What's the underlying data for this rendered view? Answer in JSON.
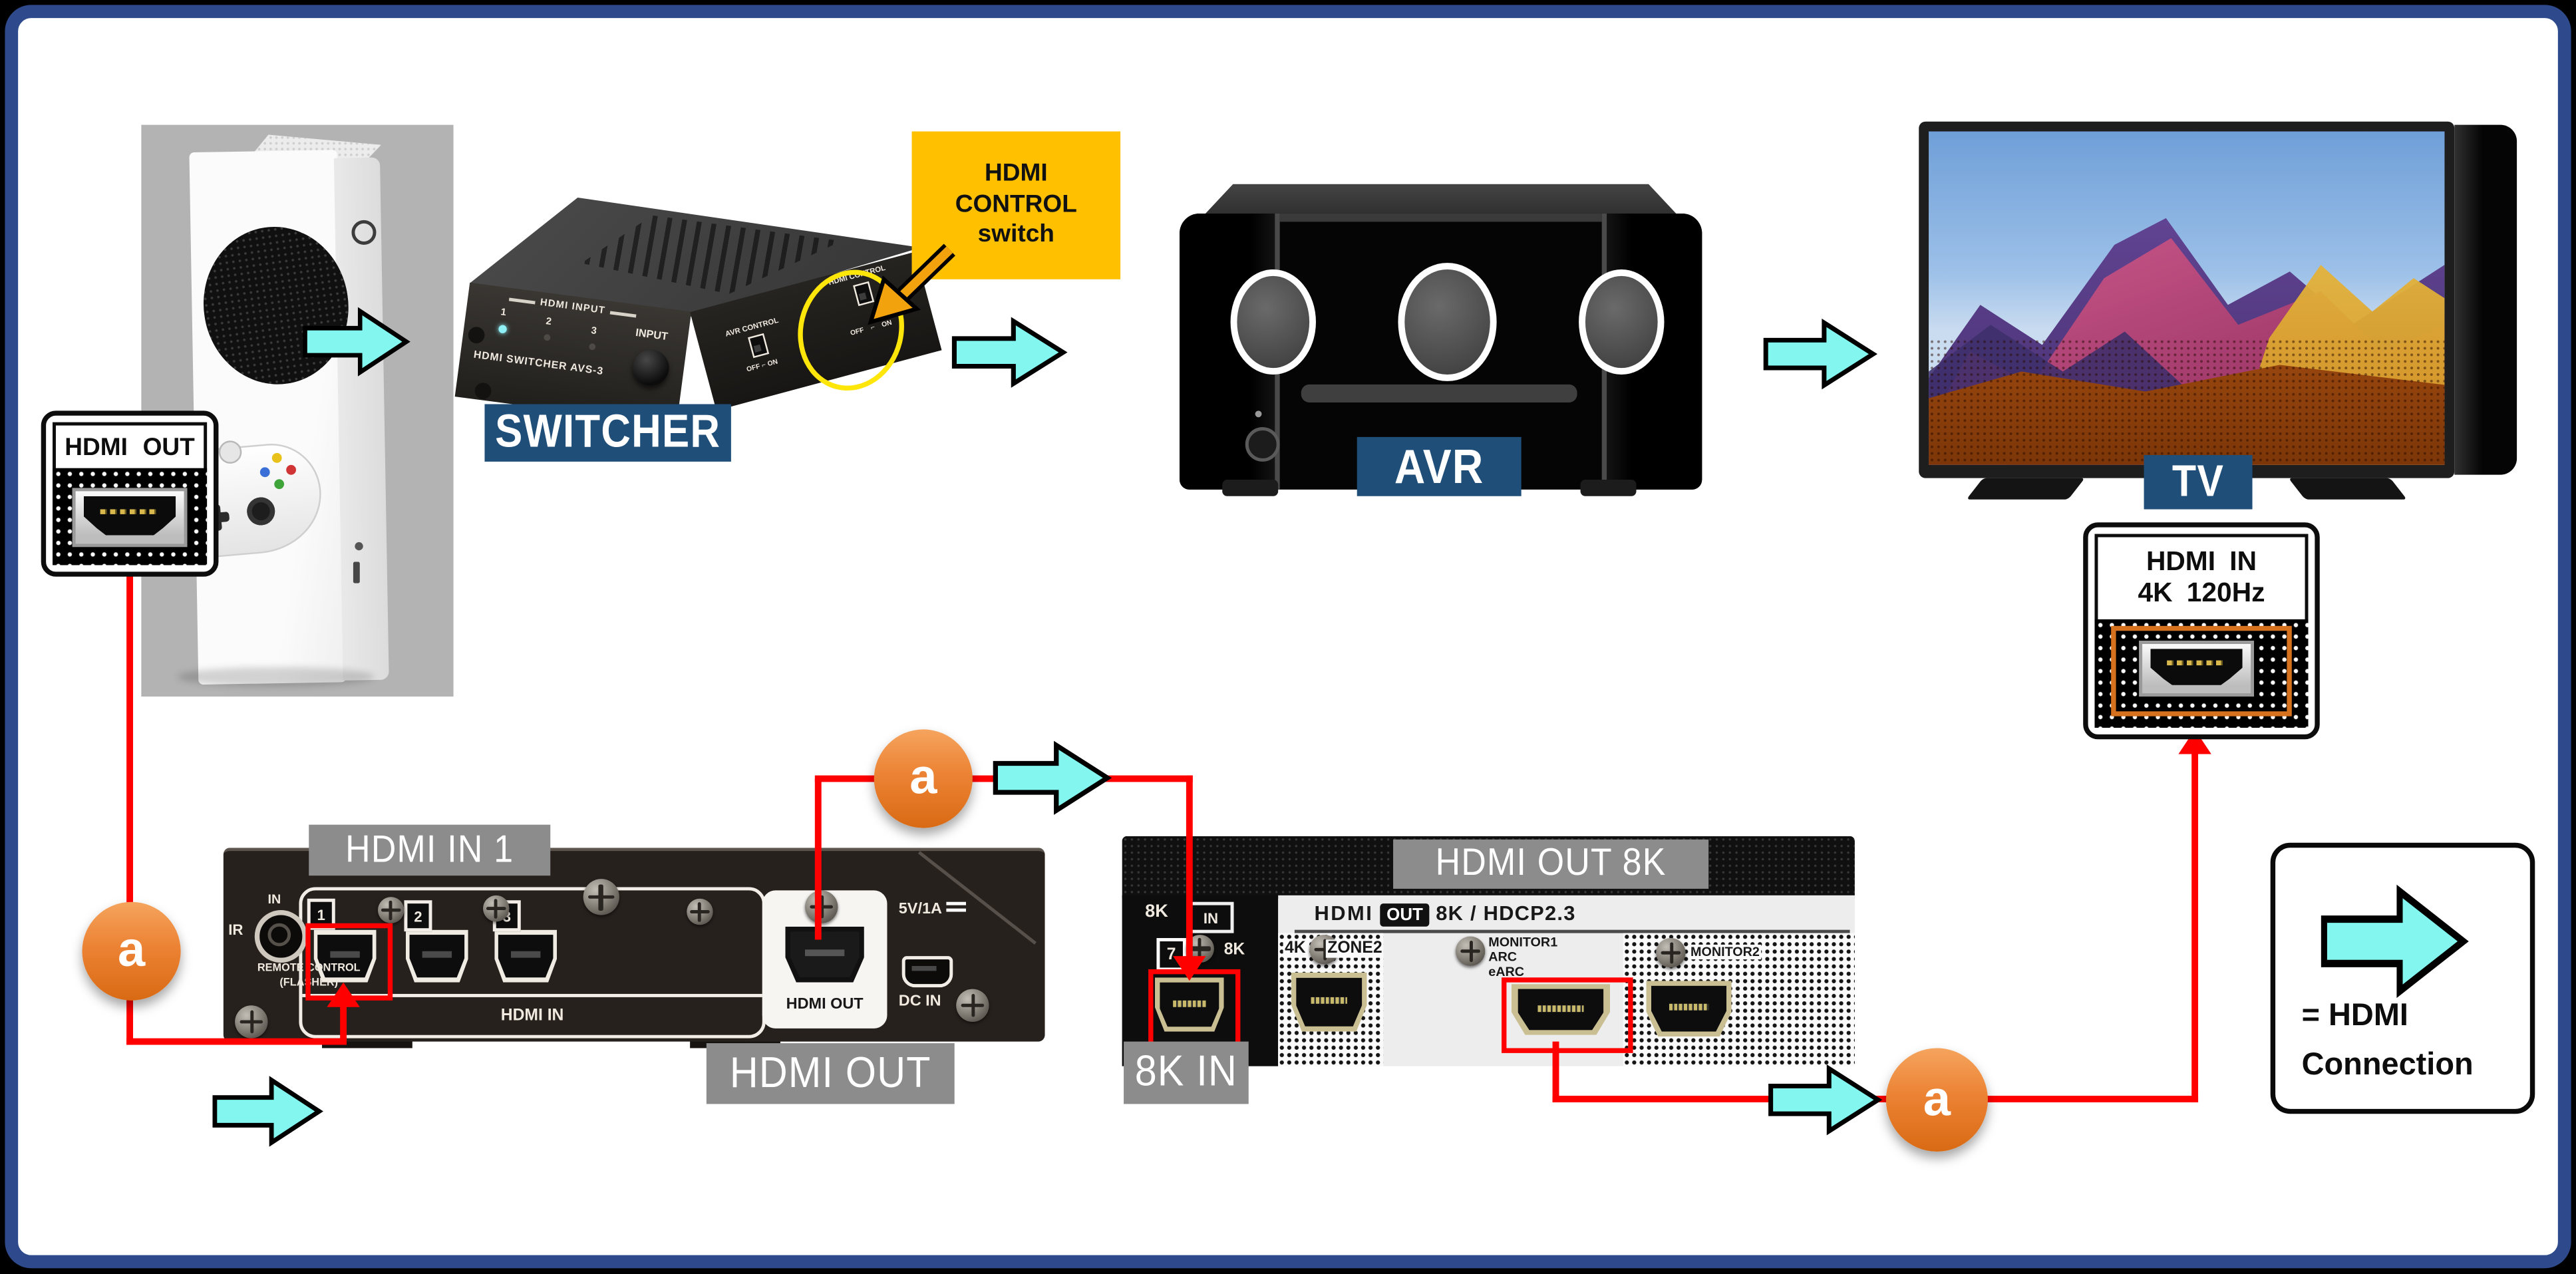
{
  "legend": {
    "equals_line": "= HDMI",
    "connection_line": "Connection"
  },
  "markers": {
    "a": "a"
  },
  "devices": {
    "switcher": {
      "label": "SWITCHER",
      "front": {
        "input_header": "HDMI INPUT",
        "led_numbers": [
          "1",
          "2",
          "3"
        ],
        "model": "HDMI SWITCHER AVS-3",
        "input_button": "INPUT"
      },
      "side": {
        "avr_control": "AVR CONTROL",
        "hdmi_control": "HDMI CONTROL",
        "off": "OFF",
        "on": "ON"
      }
    },
    "avr": {
      "label": "AVR"
    },
    "tv": {
      "label": "TV"
    }
  },
  "callouts": {
    "xbox_hdmi_out": {
      "title": "HDMI OUT"
    },
    "hdmi_control_switch": {
      "line1": "HDMI",
      "line2": "CONTROL",
      "line3": "switch"
    },
    "tv_hdmi_in": {
      "line1": "HDMI IN",
      "line2": "4K 120Hz"
    }
  },
  "switcher_rear": {
    "callout_top": "HDMI IN 1",
    "callout_bottom": "HDMI OUT",
    "ir_top": "IN",
    "ir": "IR",
    "remote1": "REMOTE CONTROL",
    "remote2": "(FLASHER)",
    "port_numbers": [
      "1",
      "2",
      "3"
    ],
    "hdmi_in_group": "HDMI IN",
    "hdmi_out_group": "HDMI OUT",
    "power": "5V/1A",
    "dc_in": "DC IN"
  },
  "avr_rear": {
    "callout_top": "HDMI OUT 8K",
    "callout_bottom": "8K IN",
    "sec_8k": "8K",
    "sec_in": "IN",
    "port7": "7",
    "port7_8k": "8K",
    "hdr_hdmi": "HDMI",
    "hdr_out": "OUT",
    "hdr_spec": "8K / HDCP2.3",
    "p4k": "4K",
    "zone2": "ZONE2",
    "monitor1": "MONITOR1",
    "arc": "ARC",
    "earc": "eARC",
    "monitor2": "MONITOR2"
  },
  "colors": {
    "frame_border": "#2e4a8c",
    "accent_navy": "#1F4E79",
    "label_gray": "#8c8c8c",
    "callout_yellow": "#FFC000",
    "connection_red": "#FF0000",
    "arrow_cyan": "#82F6EF",
    "marker_orange": "#EC8334",
    "led_cyan": "#8FF0F5"
  }
}
